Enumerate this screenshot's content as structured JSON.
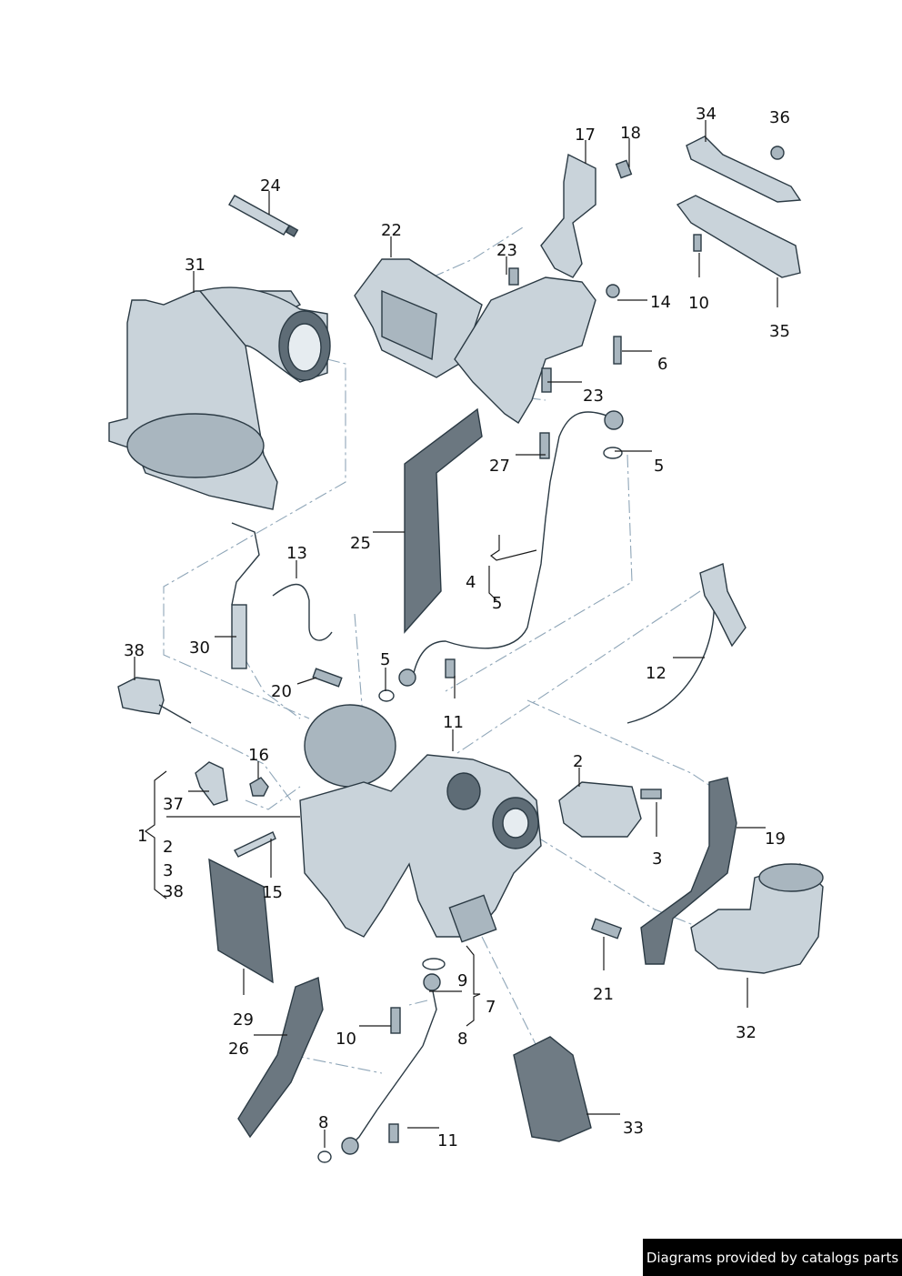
{
  "callouts": {
    "c1": "1",
    "c2a": "2",
    "c2b": "2",
    "c3a": "3",
    "c3b": "3",
    "c4": "4",
    "c5a": "5",
    "c5b": "5",
    "c5c": "5",
    "c6": "6",
    "c7": "7",
    "c8a": "8",
    "c8b": "8",
    "c9": "9",
    "c10a": "10",
    "c10b": "10",
    "c11a": "11",
    "c11b": "11",
    "c12": "12",
    "c13": "13",
    "c14": "14",
    "c15": "15",
    "c16": "16",
    "c17": "17",
    "c18": "18",
    "c19": "19",
    "c20": "20",
    "c21": "21",
    "c22": "22",
    "c23a": "23",
    "c23b": "23",
    "c24": "24",
    "c25": "25",
    "c26": "26",
    "c27": "27",
    "c29": "29",
    "c30": "30",
    "c31": "31",
    "c32": "32",
    "c33": "33",
    "c34": "34",
    "c35": "35",
    "c36": "36",
    "c37": "37",
    "c38a": "38",
    "c38b": "38"
  },
  "footer": {
    "text": "Diagrams provided by catalogs parts"
  },
  "colors": {
    "part_light": "#c9d3da",
    "part_dark": "#5e6c76",
    "line": "#8fa6b8"
  }
}
